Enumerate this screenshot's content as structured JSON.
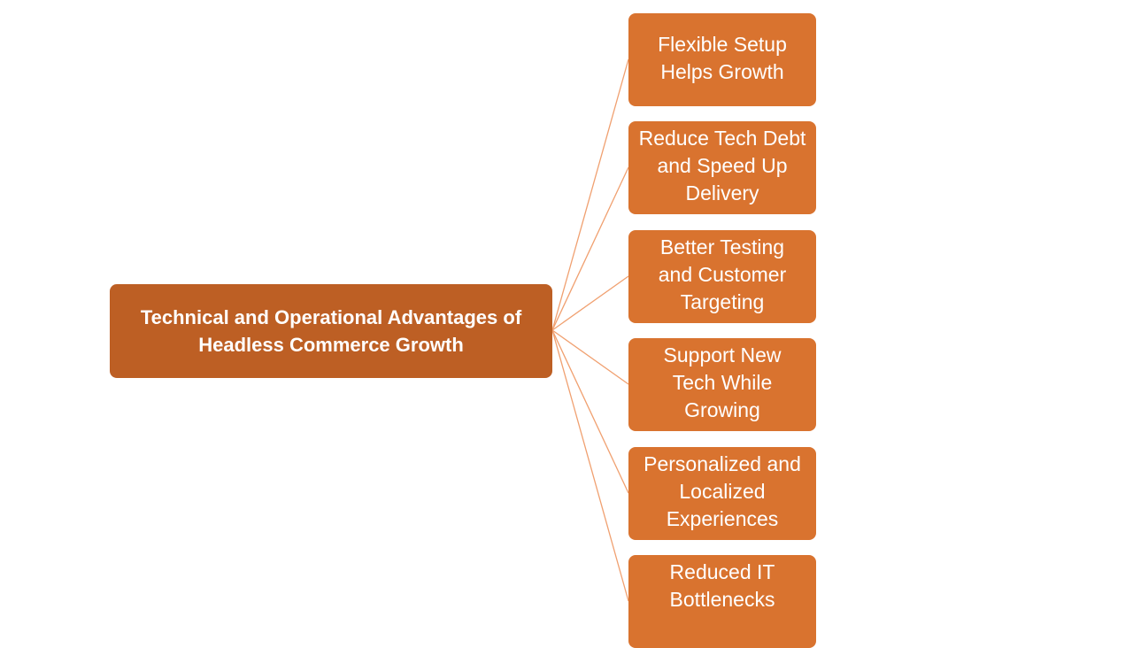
{
  "diagram": {
    "root": {
      "label": "Technical and Operational Advantages of\nHeadless Commerce Growth"
    },
    "children": [
      {
        "label": "Flexible Setup\nHelps Growth"
      },
      {
        "label": "Reduce Tech Debt\nand Speed Up\nDelivery"
      },
      {
        "label": "Better Testing\nand Customer\nTargeting"
      },
      {
        "label": "Support New\nTech While\nGrowing"
      },
      {
        "label": "Personalized and\nLocalized\nExperiences"
      },
      {
        "label": "Reduced IT\nBottlenecks"
      }
    ]
  },
  "colors": {
    "root_fill": "#bd5f24",
    "child_fill": "#d9732f",
    "connector": "#f0a070",
    "text": "#ffffff"
  }
}
